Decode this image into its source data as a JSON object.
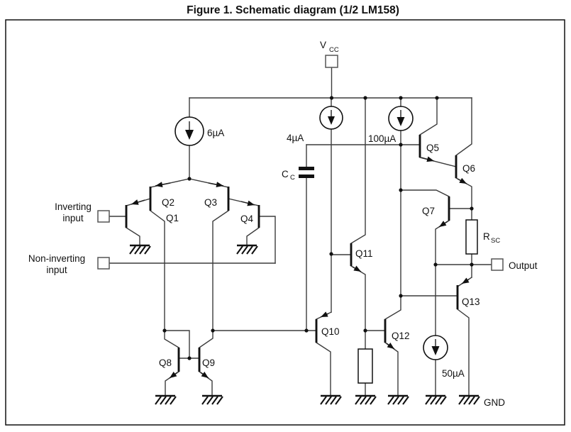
{
  "title": "Figure 1. Schematic diagram (1/2 LM158)",
  "power": {
    "vcc": "V",
    "vcc_sub": "CC",
    "gnd": "GND"
  },
  "inputs": {
    "inverting": [
      "Inverting",
      "input"
    ],
    "noninverting": [
      "Non-inverting",
      "input"
    ]
  },
  "output": {
    "label": "Output"
  },
  "current_sources": {
    "bias6": "6µA",
    "bias4": "4µA",
    "bias100": "100µA",
    "bias50": "50µA"
  },
  "transistors": {
    "q1": "Q1",
    "q2": "Q2",
    "q3": "Q3",
    "q4": "Q4",
    "q5": "Q5",
    "q6": "Q6",
    "q7": "Q7",
    "q8": "Q8",
    "q9": "Q9",
    "q10": "Q10",
    "q11": "Q11",
    "q12": "Q12",
    "q13": "Q13"
  },
  "passives": {
    "cc": "C",
    "cc_sub": "C",
    "rsc": "R",
    "rsc_sub": "SC"
  },
  "colors": {
    "ink": "#111111",
    "wire": "#3c3c3c",
    "background": "#ffffff"
  }
}
